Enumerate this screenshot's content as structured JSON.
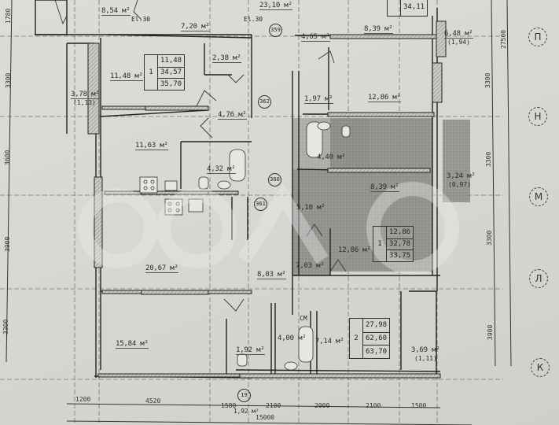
{
  "plan": {
    "grid_axes": [
      "П",
      "Н",
      "М",
      "Л",
      "К"
    ],
    "vertical_dims_left": [
      "1780",
      "3300",
      "3600",
      "3900",
      "3300"
    ],
    "vertical_dims_right": [
      "3300",
      "3300",
      "3300",
      "3900"
    ],
    "overall_vertical_dim": "27500",
    "horizontal_dims": [
      "1200",
      "4520",
      "1580",
      "2100",
      "2000",
      "2100",
      "1500"
    ],
    "overall_horizontal_dim": "15000",
    "elevation_marks": [
      "El.30",
      "El.30"
    ],
    "section_tags": [
      "359",
      "362",
      "360",
      "361",
      "19"
    ],
    "rooms": [
      {
        "id": "r1",
        "area": "8,54 м²"
      },
      {
        "id": "r2",
        "area": "23,10 м²"
      },
      {
        "id": "r3",
        "area": "7,20 м²"
      },
      {
        "id": "r4",
        "area": "4,65 м²"
      },
      {
        "id": "r5",
        "area": "8,39 м²"
      },
      {
        "id": "r6",
        "area": "6,48 м²",
        "sub": "(1,94)"
      },
      {
        "id": "r7",
        "area": "2,38 м²"
      },
      {
        "id": "r8",
        "area": "11,48 м²"
      },
      {
        "id": "r9",
        "area": "3,78 м²",
        "sub": "(1,13)"
      },
      {
        "id": "r10",
        "area": "1,97 м²"
      },
      {
        "id": "r11",
        "area": "12,86 м²"
      },
      {
        "id": "r12",
        "area": "4,76 м²"
      },
      {
        "id": "r13",
        "area": "11,63 м²"
      },
      {
        "id": "r14",
        "area": "4,32 м²"
      },
      {
        "id": "r15",
        "area": "4,40 м²"
      },
      {
        "id": "r16",
        "area": "8,39 м²"
      },
      {
        "id": "r17",
        "area": "3,24 м²",
        "sub": "(0,97)"
      },
      {
        "id": "r18",
        "area": "5,10 м²"
      },
      {
        "id": "r19",
        "area": "20,67 м²"
      },
      {
        "id": "r20",
        "area": "12,86 м²"
      },
      {
        "id": "r21",
        "area": "7,03 м²"
      },
      {
        "id": "r22",
        "area": "8,03 м²"
      },
      {
        "id": "r23",
        "area": "15,84 м²"
      },
      {
        "id": "r24",
        "area": "1,92 м²"
      },
      {
        "id": "r25",
        "area": "4,00 м²"
      },
      {
        "id": "r26",
        "area": "7,14 м²"
      },
      {
        "id": "r27",
        "area": "3,69 м²",
        "sub": "(1,11)"
      },
      {
        "id": "r28",
        "area": "1,92 м²"
      }
    ],
    "apartments": [
      {
        "rooms": "1",
        "living": "11,48",
        "total": "34,57",
        "total_with_balcony": "35,70"
      },
      {
        "rooms": "1",
        "living": "12,86",
        "total": "32,78",
        "total_with_balcony": "33,75"
      },
      {
        "rooms": "2",
        "living": "27,98",
        "total": "62,60",
        "total_with_balcony": "63,70"
      }
    ],
    "apartment_top_partial": {
      "total_with_balcony": "34,11"
    },
    "fixture_label": "СМ",
    "highlight_color": "#8e8f8b"
  }
}
